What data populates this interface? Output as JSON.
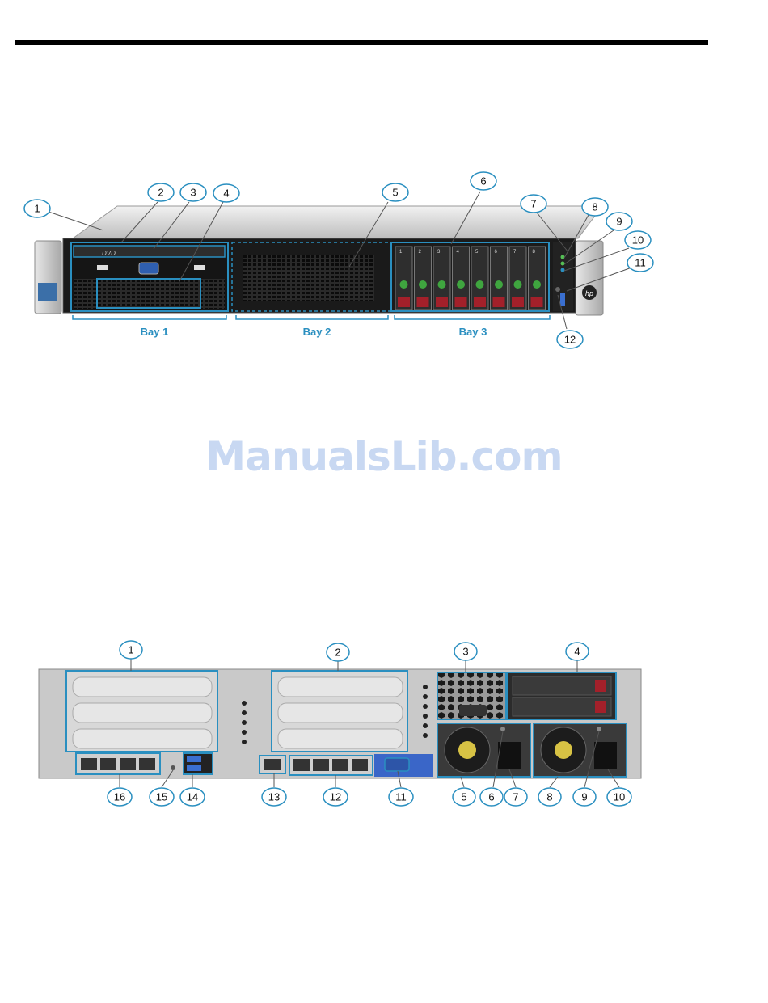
{
  "front_figure": {
    "callouts": [
      "1",
      "2",
      "3",
      "4",
      "5",
      "6",
      "7",
      "8",
      "9",
      "10",
      "11",
      "12"
    ],
    "bays": [
      "Bay 1",
      "Bay 2",
      "Bay 3"
    ],
    "drive_bay_labels": [
      "1",
      "2",
      "3",
      "4",
      "5",
      "6",
      "7",
      "8"
    ],
    "dvd_label": "DVD",
    "brand_logo": "hp"
  },
  "rear_figure": {
    "callouts": [
      "1",
      "2",
      "3",
      "4",
      "5",
      "6",
      "7",
      "8",
      "9",
      "10",
      "11",
      "12",
      "13",
      "14",
      "15",
      "16"
    ]
  },
  "watermark": "ManualsLib.com",
  "colors": {
    "callout_stroke": "#2a8fc0",
    "highlight": "#2a8fc0",
    "bay_label": "#2a8fc0",
    "watermark": "#c8d8f2"
  }
}
